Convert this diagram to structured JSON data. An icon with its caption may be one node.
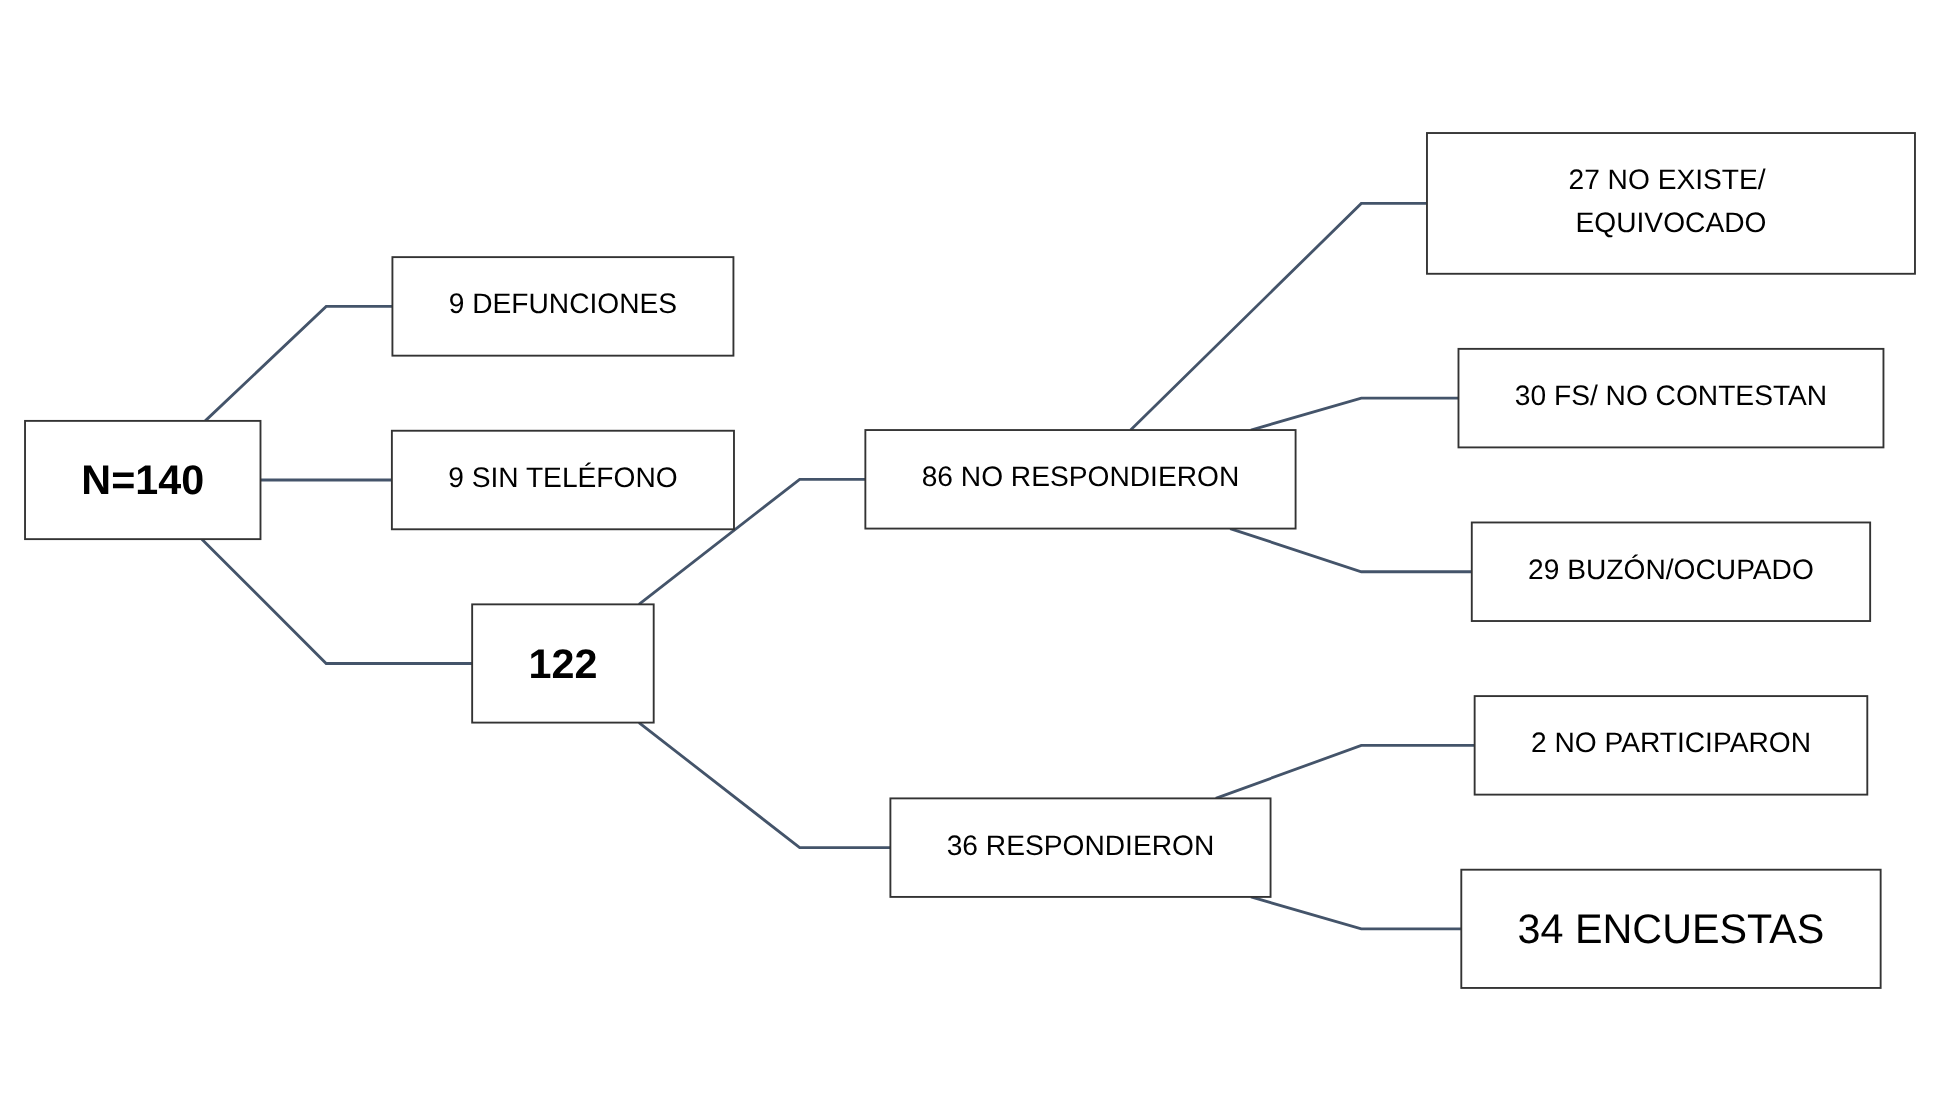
{
  "diagram": {
    "nodes": [
      {
        "text": [
          "N=140"
        ]
      },
      {
        "text": [
          "9 DEFUNCIONES"
        ]
      },
      {
        "text": [
          "9 SIN TELÉFONO"
        ]
      },
      {
        "text": [
          "122"
        ]
      },
      {
        "text": [
          "86 NO RESPONDIERON"
        ]
      },
      {
        "text": [
          "36 RESPONDIERON"
        ]
      },
      {
        "text": [
          "27 NO EXISTE/ EQUIVOCADO"
        ]
      },
      {
        "text": [
          "30 FS/ NO CONTESTAN"
        ]
      },
      {
        "text": [
          "29 BUZÓN/OCUPADO"
        ]
      },
      {
        "text": [
          "2 NO PARTICIPARON"
        ]
      },
      {
        "text": [
          "34 ENCUESTAS"
        ]
      }
    ],
    "edges": [
      {
        "from": 0,
        "to": 1,
        "arrow": "none"
      },
      {
        "from": 0,
        "to": 2,
        "arrow": "none"
      },
      {
        "from": 0,
        "to": 3,
        "arrow": "none"
      },
      {
        "from": 3,
        "to": 4,
        "arrow": "none"
      },
      {
        "from": 3,
        "to": 5,
        "arrow": "none"
      },
      {
        "from": 4,
        "to": 6,
        "arrow": "none"
      },
      {
        "from": 4,
        "to": 7,
        "arrow": "none"
      },
      {
        "from": 4,
        "to": 8,
        "arrow": "none"
      },
      {
        "from": 5,
        "to": 9,
        "arrow": "none"
      },
      {
        "from": 5,
        "to": 10,
        "arrow": "none"
      }
    ]
  }
}
